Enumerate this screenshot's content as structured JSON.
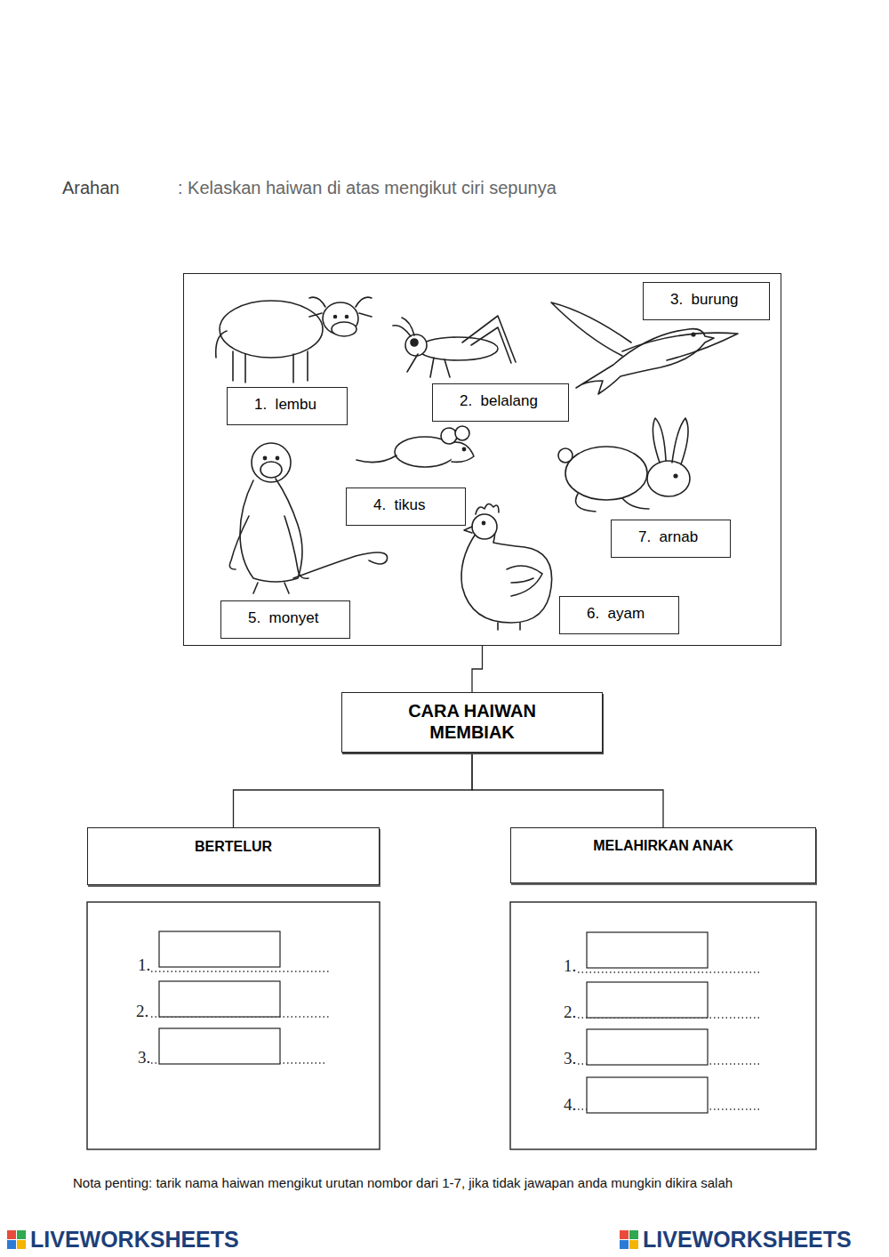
{
  "diagram": {
    "nodes": [
      {
        "text": []
      },
      {
        "text": [
          "1.  lembu"
        ],
        "in": 0
      },
      {
        "text": [
          "2.  belalang"
        ],
        "in": 0
      },
      {
        "text": [
          "3.  burung"
        ],
        "in": 0
      },
      {
        "text": [
          "4.  tikus"
        ],
        "in": 0
      },
      {
        "text": [
          "5.  monyet"
        ],
        "in": 0
      },
      {
        "text": [
          "6.  ayam"
        ],
        "in": 0
      },
      {
        "text": [
          "7.  arnab"
        ],
        "in": 0
      },
      {
        "text": [
          "CARA HAIWAN MEMBIAK"
        ]
      },
      {
        "text": [
          "BERTELUR"
        ]
      },
      {
        "text": [
          "MELAHIRKAN ANAK"
        ]
      }
    ],
    "edges": [
      {
        "from": 0,
        "to": 8,
        "arrow": "none"
      },
      {
        "from": 8,
        "to": 9,
        "arrow": "none"
      },
      {
        "from": 8,
        "to": 10,
        "arrow": "none"
      }
    ],
    "labels": [
      "Arahan",
      ": Kelaskan haiwan di atas mengikut ciri sepunya",
      "1.",
      "2.",
      "3.",
      "1.",
      "2.",
      "3.",
      "4.",
      "Nota penting: tarik nama haiwan mengikut urutan nombor dari 1-7, jika tidak jawapan anda mungkin dikira salah",
      "LIVEWORKSHEETS",
      "LIVEWORKSHEETS"
    ]
  }
}
